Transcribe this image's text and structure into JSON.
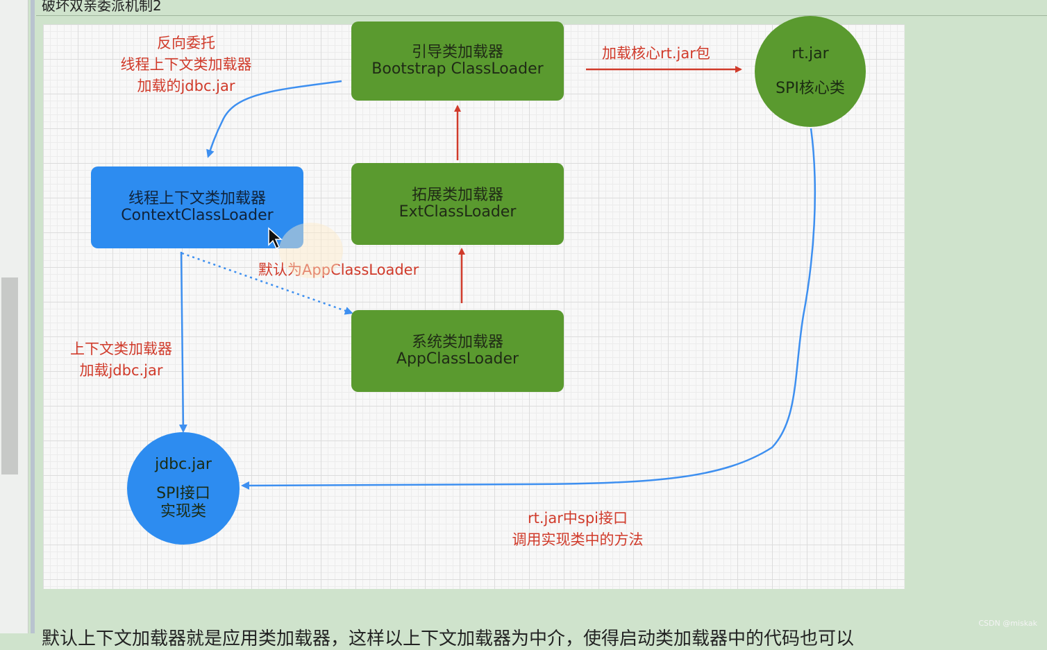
{
  "header": {
    "title": "破坏双亲委派机制2"
  },
  "nodes": {
    "bootstrap": {
      "line1": "引导类加载器",
      "line2": "Bootstrap ClassLoader"
    },
    "ext": {
      "line1": "拓展类加载器",
      "line2": "ExtClassLoader"
    },
    "app": {
      "line1": "系统类加载器",
      "line2": "AppClassLoader"
    },
    "context": {
      "line1": "线程上下文类加载器",
      "line2": "ContextClassLoader"
    },
    "rtjar": {
      "line1": "rt.jar",
      "line2": "SPI核心类"
    },
    "jdbc": {
      "line1": "jdbc.jar",
      "line2": "SPI接口",
      "line3": "实现类"
    }
  },
  "labels": {
    "reverse": {
      "line1": "反向委托",
      "line2": "线程上下文类加载器",
      "line3": "加载的jdbc.jar"
    },
    "load_core": "加载核心rt.jar包",
    "default_app": "默认为AppClassLoader",
    "context_load": {
      "line1": "上下文类加载器",
      "line2": "加载jdbc.jar"
    },
    "spi_call": {
      "line1": "rt.jar中spi接口",
      "line2": "调用实现类中的方法"
    }
  },
  "footer": {
    "text": "默认上下文加载器就是应用类加载器，这样以上下文加载器为中介，使得启动类加载器中的代码也可以",
    "watermark": "CSDN @miskak"
  },
  "colors": {
    "green": "#5a9a2f",
    "blue": "#2d8cf0",
    "red": "#d03a2a",
    "link_blue": "#3d8ff0"
  }
}
